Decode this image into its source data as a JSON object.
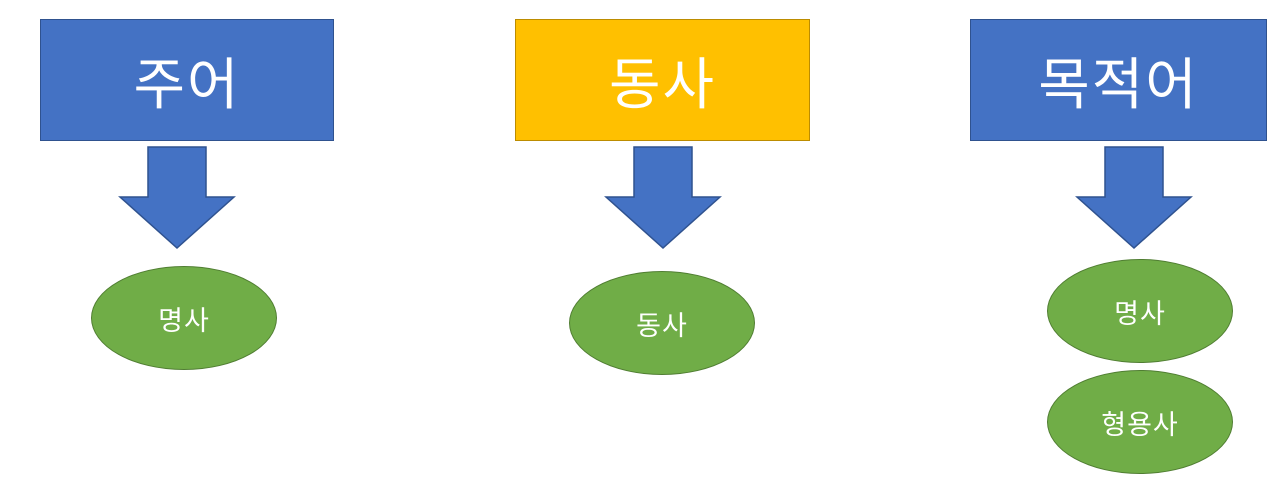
{
  "diagram": {
    "columns": [
      {
        "header": "주어",
        "header_color": "#4472c4",
        "items": [
          "명사"
        ]
      },
      {
        "header": "동사",
        "header_color": "#ffc000",
        "items": [
          "동사"
        ]
      },
      {
        "header": "목적어",
        "header_color": "#4472c4",
        "items": [
          "명사",
          "형용사"
        ]
      }
    ],
    "arrow_color": "#4472c4",
    "item_color": "#70ad47"
  }
}
